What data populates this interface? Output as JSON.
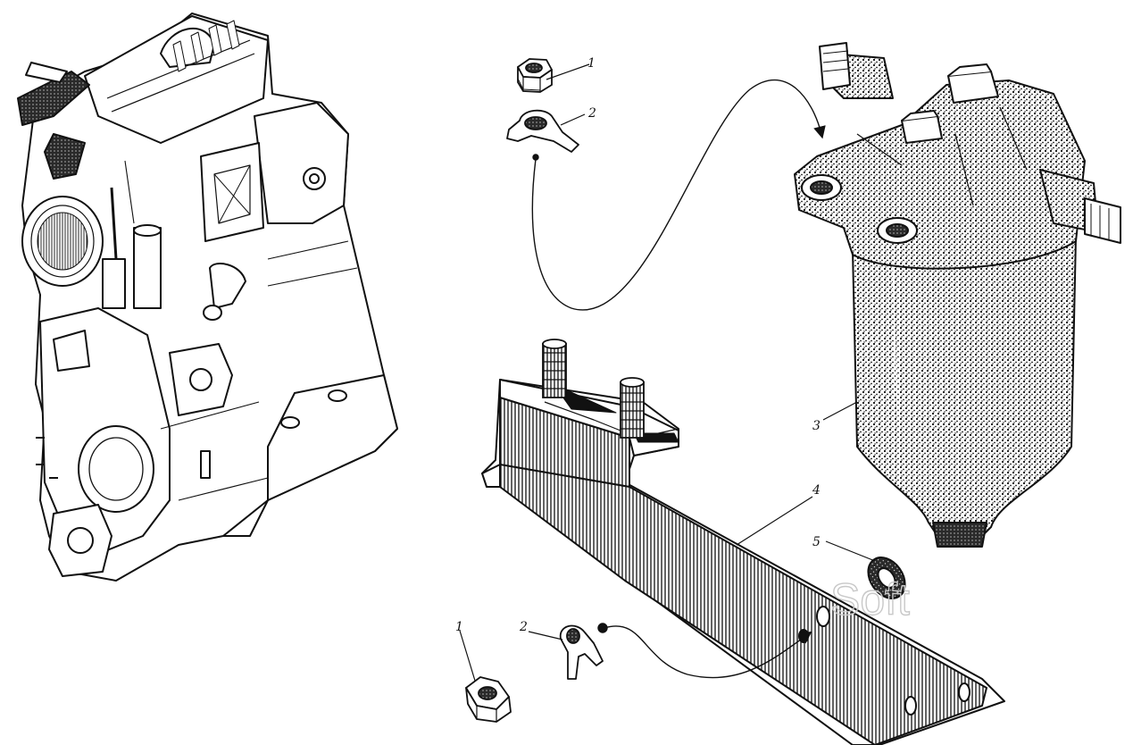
{
  "diagram": {
    "callouts": {
      "nut_top": "1",
      "tab_washer_top": "2",
      "filter": "3",
      "bracket": "4",
      "washer": "5",
      "nut_bottom": "1",
      "tab_washer_bottom": "2"
    },
    "watermark": "Soft",
    "colors": {
      "ink": "#111111",
      "shade": "#3a3a3a",
      "paper": "#ffffff"
    }
  }
}
